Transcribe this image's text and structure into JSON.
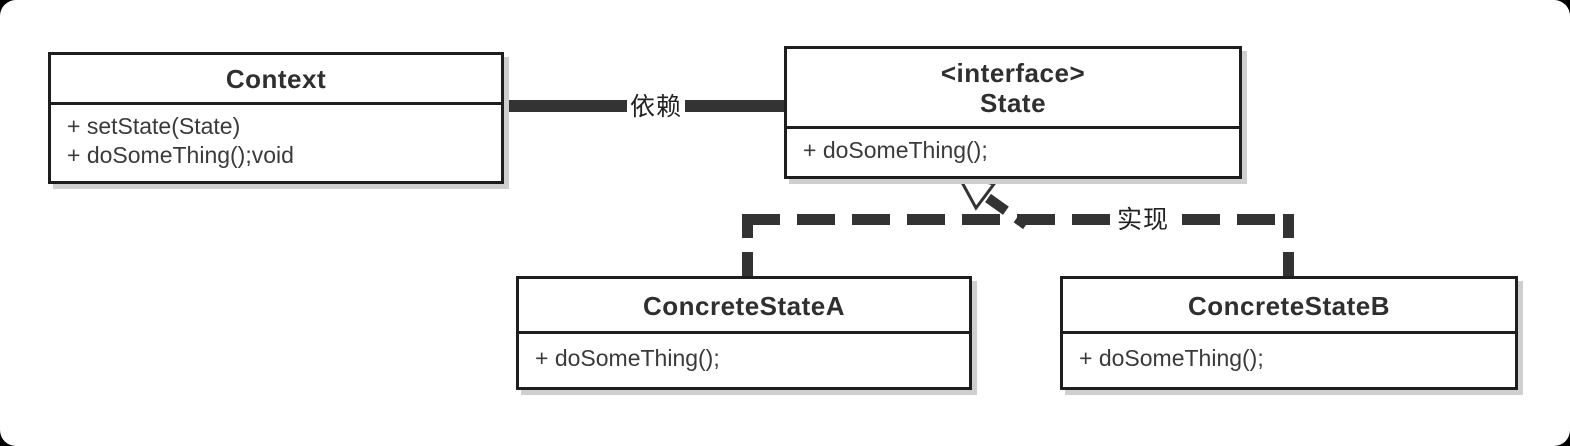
{
  "classes": {
    "context": {
      "name": "Context",
      "methods": [
        "+ setState(State)",
        "+ doSomeThing();void"
      ]
    },
    "state": {
      "stereotype": "<interface>",
      "name": "State",
      "methods": [
        "+ doSomeThing();"
      ]
    },
    "concreteA": {
      "name": "ConcreteStateA",
      "methods": [
        "+ doSomeThing();"
      ]
    },
    "concreteB": {
      "name": "ConcreteStateB",
      "methods": [
        "+ doSomeThing();"
      ]
    }
  },
  "relations": {
    "dependency": {
      "label": "依赖",
      "type": "dependency"
    },
    "realization": {
      "label": "实现",
      "type": "realization"
    }
  },
  "colors": {
    "line": "#333333",
    "border": "#1e1e1e",
    "text": "#3a3a3a",
    "shadow": "#cfcfcf",
    "background": "#ffffff"
  }
}
